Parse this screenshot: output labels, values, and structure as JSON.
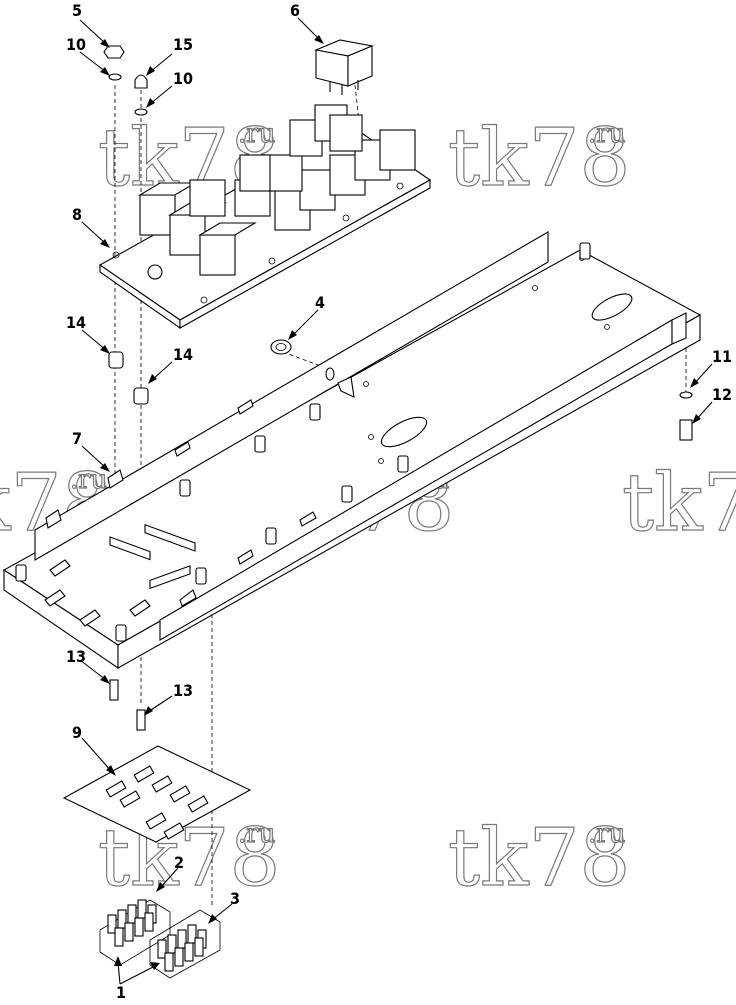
{
  "watermark": {
    "text": "tk78",
    "suffix": ".ru"
  },
  "callouts": {
    "c1": "1",
    "c2": "2",
    "c3": "3",
    "c4": "4",
    "c5": "5",
    "c6": "6",
    "c7": "7",
    "c8": "8",
    "c9": "9",
    "c10a": "10",
    "c10b": "10",
    "c11": "11",
    "c12": "12",
    "c13a": "13",
    "c13b": "13",
    "c14a": "14",
    "c14b": "14",
    "c15": "15"
  }
}
